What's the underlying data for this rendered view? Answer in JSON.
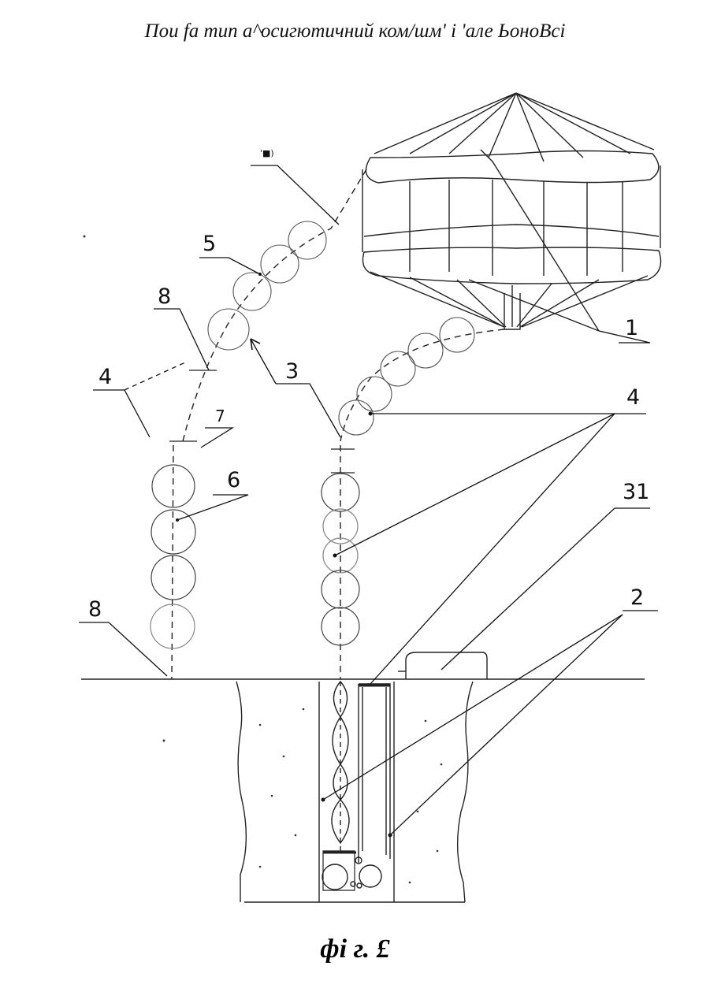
{
  "header_text": "Пои fa тип а^осигютичний ком/шм' і 'але ЬоноВсі",
  "caption": "фі г. £",
  "labels": {
    "n1": "1",
    "n2": "2",
    "n3": "3",
    "n4_left": "4",
    "n4_right": "4",
    "n5": "5",
    "n6": "6",
    "n7": "7",
    "n8_upper": "8",
    "n8_lower": "8",
    "n31": "31",
    "mark": "'■)"
  }
}
